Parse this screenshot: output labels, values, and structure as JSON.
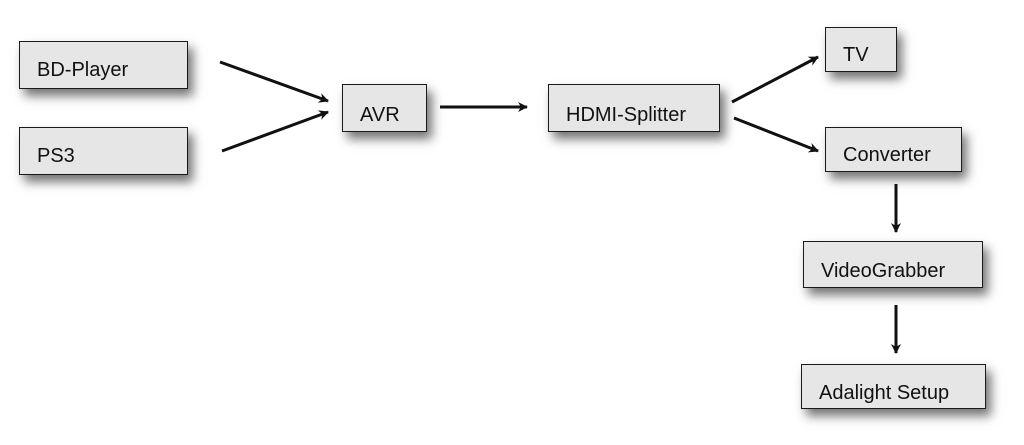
{
  "diagram": {
    "nodes": {
      "bd_player": "BD-Player",
      "ps3": "PS3",
      "avr": "AVR",
      "hdmi_splitter": "HDMI-Splitter",
      "tv": "TV",
      "converter": "Converter",
      "videograbber": "VideoGrabber",
      "adalight_setup": "Adalight Setup"
    },
    "edges": [
      {
        "from": "BD-Player",
        "to": "AVR"
      },
      {
        "from": "PS3",
        "to": "AVR"
      },
      {
        "from": "AVR",
        "to": "HDMI-Splitter"
      },
      {
        "from": "HDMI-Splitter",
        "to": "TV"
      },
      {
        "from": "HDMI-Splitter",
        "to": "Converter"
      },
      {
        "from": "Converter",
        "to": "VideoGrabber"
      },
      {
        "from": "VideoGrabber",
        "to": "Adalight Setup"
      }
    ],
    "colors": {
      "box_fill": "#e6e6e6",
      "box_border": "#1a1a1a",
      "arrow": "#111111"
    }
  }
}
